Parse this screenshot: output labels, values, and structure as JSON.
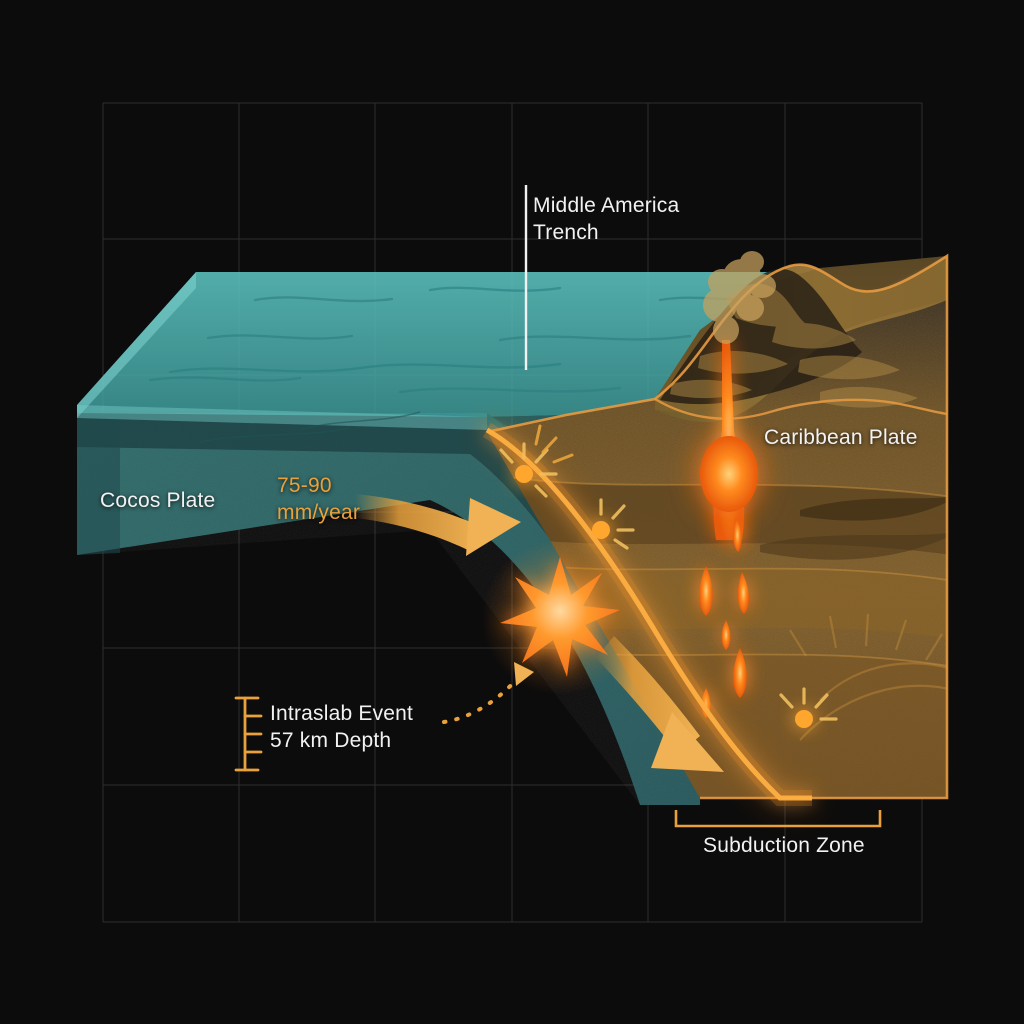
{
  "diagram": {
    "title_present": false,
    "background_color": "#0d0c0c",
    "grid_color": "#2e2e2e"
  },
  "labels": {
    "trench": "Middle America\nTrench",
    "cocos_plate": "Cocos Plate",
    "caribbean_plate": "Caribbean Plate",
    "convergence_rate": "75-90\nmm/year",
    "intraslab_event": "Intraslab Event\n57 km Depth",
    "subduction_zone": "Subduction Zone"
  },
  "values": {
    "rate_min_mm_year": 75,
    "rate_max_mm_year": 90,
    "event_depth_km": 57
  },
  "colors": {
    "ocean_water": "#53b8b8",
    "oceanic_slab": "#2c6565",
    "oceanic_crust": "#1d3f42",
    "continental_top": "#8c6a30",
    "continental_body": "#7a5524",
    "magma": "#ff7b1c",
    "interface_glow": "#ffa833",
    "accent_amber": "#e8a13c",
    "label_white": "#f2f2f2"
  },
  "icons": {
    "earthquake": "earthquake-star-icon",
    "depth_scale": "depth-scale-icon",
    "volcano": "volcano-icon",
    "convergence_arrow": "convergence-arrow-icon",
    "descent_arrow": "slab-descent-arrow-icon",
    "pointer": "dotted-pointer-icon",
    "bracket": "subduction-bracket-icon",
    "leader": "trench-leader-line-icon",
    "seismic_marker": "seismic-event-marker-icon"
  }
}
